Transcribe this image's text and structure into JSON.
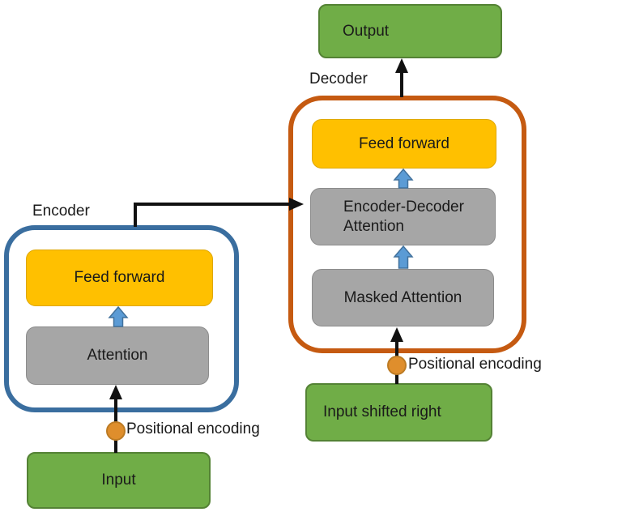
{
  "colors": {
    "canvas_bg": "#ffffff",
    "green_fill": "#70AD47",
    "green_border": "#548235",
    "yellow_fill": "#FFC000",
    "yellow_border": "#DFA700",
    "gray_fill": "#A6A6A6",
    "gray_border": "#8C8C8C",
    "encoder_border": "#3A6E9F",
    "decoder_border": "#C55A11",
    "block_arrow_fill": "#5B9BD5",
    "block_arrow_border": "#41719C",
    "dot_fill": "#DF8E2C",
    "dot_border": "#BC7B24",
    "arrow_black": "#111111",
    "text": "#1a1a1a"
  },
  "encoder": {
    "label": "Encoder",
    "feed_forward": "Feed forward",
    "attention": "Attention",
    "positional_encoding": "Positional encoding",
    "input": "Input"
  },
  "decoder": {
    "label": "Decoder",
    "output": "Output",
    "feed_forward": "Feed forward",
    "encoder_decoder_attention": {
      "line1": "Encoder-Decoder",
      "line2": "Attention"
    },
    "masked_attention": "Masked Attention",
    "positional_encoding": "Positional encoding",
    "input_shifted_right": "Input shifted right"
  }
}
